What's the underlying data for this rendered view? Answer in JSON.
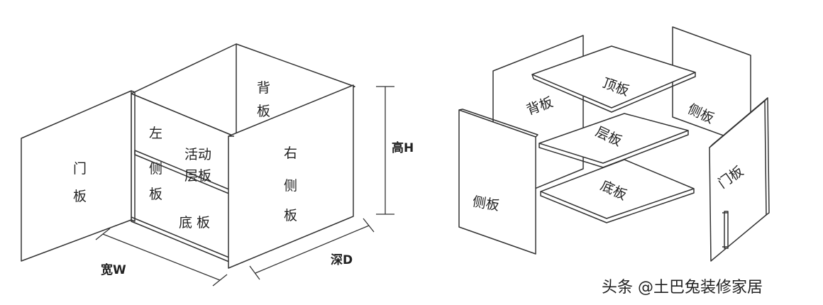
{
  "left_diagram": {
    "labels": {
      "back_1": "背",
      "back_2": "板",
      "left_side_1": "左",
      "left_side_2": "侧",
      "left_side_3": "板",
      "movable_shelf_1": "活动",
      "movable_shelf_2": "层板",
      "right_side_1": "右",
      "right_side_2": "侧",
      "right_side_3": "板",
      "door_1": "门",
      "door_2": "板",
      "bottom": "底 板"
    },
    "dimensions": {
      "height": "高H",
      "width": "宽W",
      "depth": "深D"
    }
  },
  "right_diagram": {
    "labels": {
      "back_panel": "背板",
      "top_panel": "顶板",
      "side_panel_right": "侧板",
      "shelf_panel": "层板",
      "bottom_panel": "底板",
      "door_panel": "门板",
      "side_panel_left": "侧板"
    }
  },
  "watermark": "头条 @土巴兔装修家居"
}
